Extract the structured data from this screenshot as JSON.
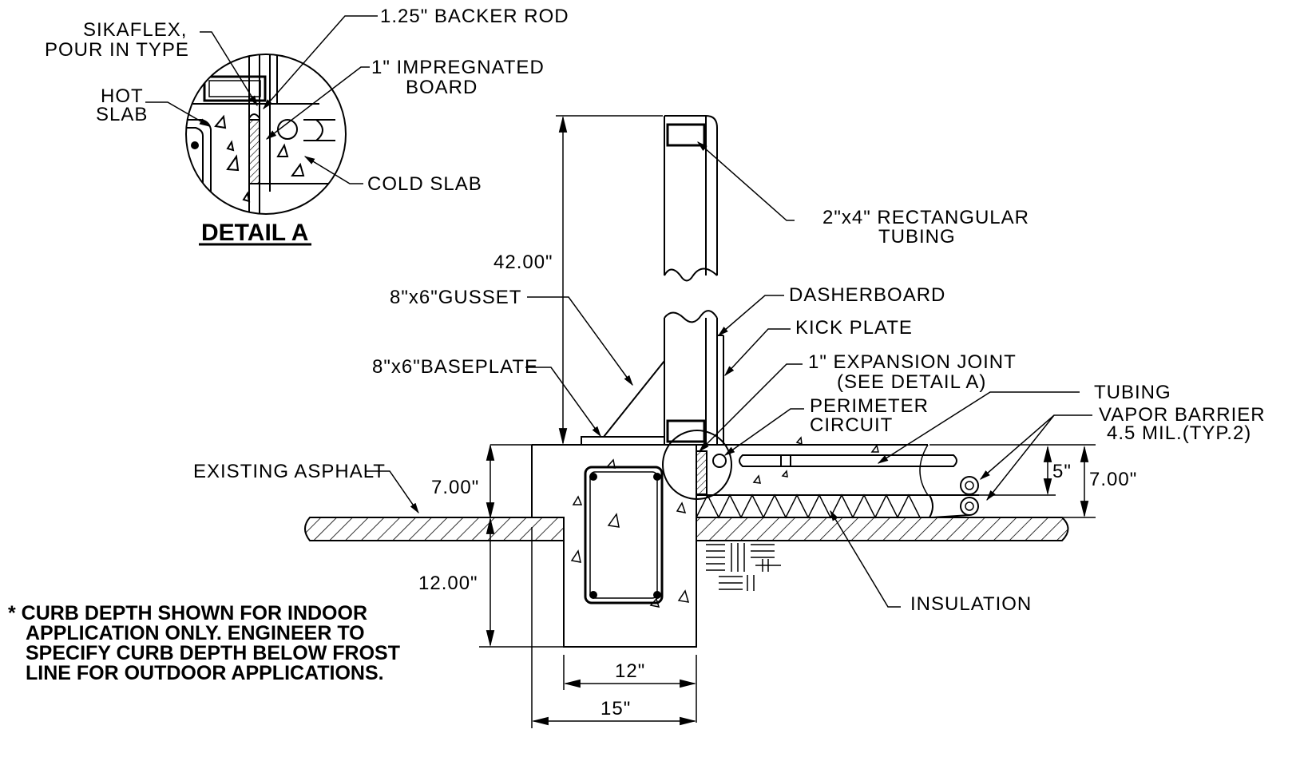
{
  "detail": {
    "title": "DETAIL A",
    "sikaflex_1": "SIKAFLEX,",
    "sikaflex_2": "POUR IN TYPE",
    "hot_1": "HOT",
    "hot_2": "SLAB",
    "backer_rod": "1.25\" BACKER ROD",
    "board_1": "1\" IMPREGNATED",
    "board_2": "BOARD",
    "cold_slab": "COLD SLAB"
  },
  "labels": {
    "tubing_rect_1": "2\"x4\" RECTANGULAR",
    "tubing_rect_2": "TUBING",
    "dasherboard": "DASHERBOARD",
    "kick_plate": "KICK PLATE",
    "expansion_1": "1\" EXPANSION JOINT",
    "expansion_2": "(SEE DETAIL A)",
    "perimeter_1": "PERIMETER",
    "perimeter_2": "CIRCUIT",
    "tubing": "TUBING",
    "vapor_1": "VAPOR BARRIER",
    "vapor_2": "4.5 MIL.(TYP.2)",
    "gusset": "8\"x6\"GUSSET",
    "baseplate": "8\"x6\"BASEPLATE",
    "asphalt": "EXISTING ASPHALT",
    "insulation": "INSULATION"
  },
  "dims": {
    "height": "42.00\"",
    "curb_top": "7.00\"",
    "curb_depth": "12.00\"",
    "slab_5": "5\"",
    "slab_7": "7.00\"",
    "width_12": "12\"",
    "width_15": "15\""
  },
  "note": {
    "line1": "* CURB DEPTH SHOWN FOR INDOOR",
    "line2": "APPLICATION ONLY. ENGINEER TO",
    "line3": "SPECIFY CURB DEPTH BELOW FROST",
    "line4": "LINE FOR OUTDOOR APPLICATIONS."
  }
}
